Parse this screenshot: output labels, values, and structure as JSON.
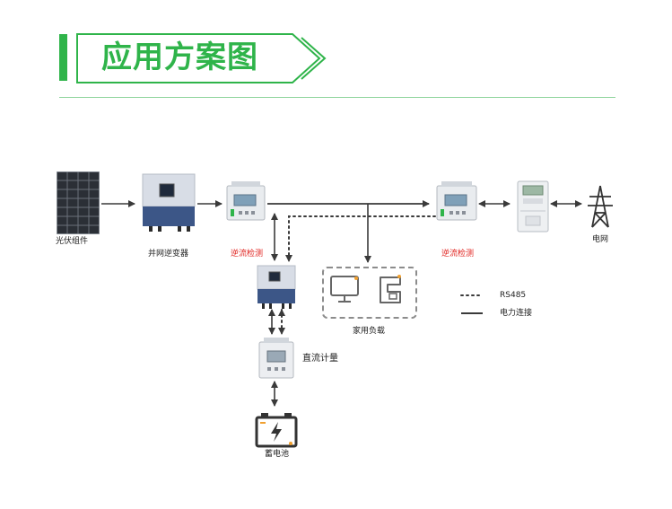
{
  "title": "应用方案图",
  "nodes": {
    "pv": "光伏组件",
    "inverter": "并网逆变器",
    "meter_left": "逆流检测",
    "meter_right": "逆流检测",
    "grid": "电网",
    "load": "家用负载",
    "dc_meter": "直流计量",
    "battery": "蓄电池"
  },
  "legend": {
    "rs485": "RS485",
    "power": "电力连接"
  },
  "colors": {
    "accent": "#2fb44a",
    "warning_label": "#e0221e",
    "line": "#3a3a3a"
  }
}
